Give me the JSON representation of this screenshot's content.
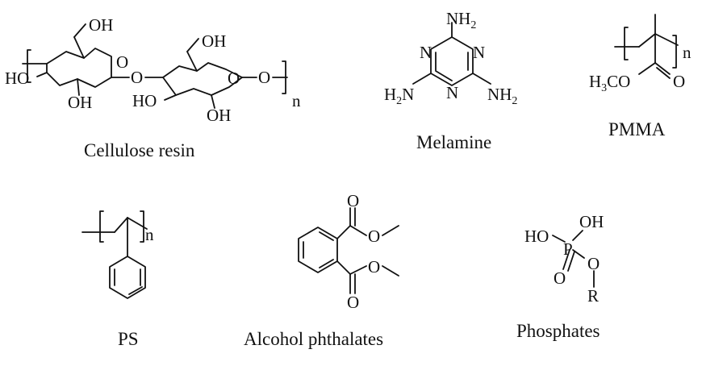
{
  "figure": {
    "structures": [
      {
        "id": "cellulose",
        "caption": "Cellulose resin",
        "atoms": {
          "oh_top_1": "OH",
          "oh_top_2": "OH",
          "ho_left": "HO",
          "o_ring_1": "O",
          "o_bridge": "O",
          "o_ring_2": "O",
          "o_end": "O",
          "oh_bottom_1": "OH",
          "ho_mid": "HO",
          "oh_bottom_2": "OH"
        },
        "repeat": "n"
      },
      {
        "id": "melamine",
        "caption": "Melamine",
        "atoms": {
          "nh2_top": "NH",
          "n_left": "N",
          "n_right": "N",
          "n_bottom": "N",
          "nh2_left": "H",
          "nh2_left_tail": "N",
          "nh2_right": "NH"
        },
        "subscripts": {
          "two": "2"
        }
      },
      {
        "id": "pmma",
        "caption": "PMMA",
        "atoms": {
          "h3co_h": "H",
          "h3co_tail": "CO",
          "o_carbonyl": "O"
        },
        "subscripts": {
          "three": "3"
        },
        "repeat": "n"
      },
      {
        "id": "ps",
        "caption": "PS",
        "repeat": "n"
      },
      {
        "id": "phthalates",
        "caption": "Alcohol phthalates",
        "atoms": {
          "o_top_carbonyl": "O",
          "o_top_ester": "O",
          "o_bottom_ester": "O",
          "o_bottom_carbonyl": "O"
        }
      },
      {
        "id": "phosphates",
        "caption": "Phosphates",
        "atoms": {
          "ho": "HO",
          "oh": "OH",
          "p": "P",
          "o_double": "O",
          "o_ester": "O",
          "r": "R"
        }
      }
    ]
  }
}
